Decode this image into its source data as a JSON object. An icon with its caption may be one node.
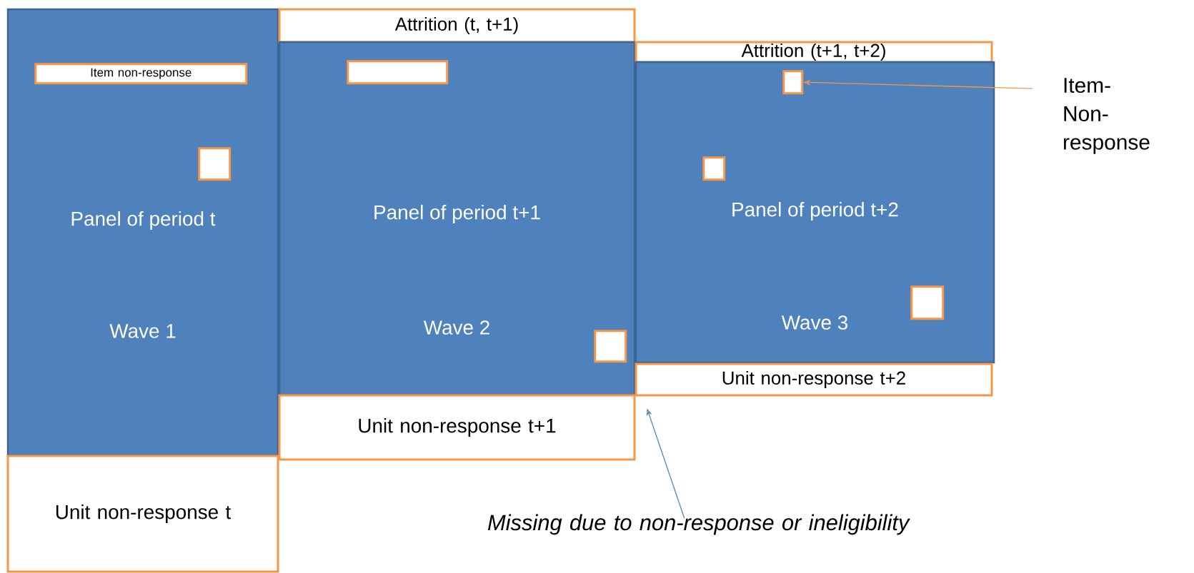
{
  "diagram": {
    "nodes": [
      {
        "text": [
          "Panel of period t",
          "Wave 1"
        ]
      },
      {
        "text": [
          "Item non-response"
        ],
        "in": 0
      },
      {
        "text": [],
        "shape": "box",
        "in": 0
      },
      {
        "text": [
          "Unit non-response t"
        ]
      },
      {
        "text": [
          "Attrition (t, t+1)"
        ]
      },
      {
        "text": [
          "Panel of period t+1",
          "Wave 2"
        ]
      },
      {
        "text": [],
        "shape": "box",
        "in": 5
      },
      {
        "text": [],
        "shape": "box",
        "in": 5
      },
      {
        "text": [
          "Unit non-response t+1"
        ]
      },
      {
        "text": [
          "Attrition (t+1, t+2)"
        ]
      },
      {
        "text": [
          "Panel of period t+2",
          "Wave 3"
        ]
      },
      {
        "text": [],
        "shape": "box",
        "in": 10
      },
      {
        "text": [],
        "shape": "box",
        "in": 10
      },
      {
        "text": [],
        "shape": "box",
        "in": 10
      },
      {
        "text": [
          "Unit non-response t+2"
        ]
      },
      {
        "text": [
          "Item-Non-response"
        ]
      },
      {
        "text": [
          "*Missing due to non-response or ineligibility*"
        ]
      }
    ],
    "edges": [
      {
        "from": 15,
        "to": 11,
        "arrow": "to",
        "color": "#f79646"
      },
      {
        "from": 16,
        "to": 8,
        "arrow": "to",
        "color": "#4f81bd"
      }
    ]
  }
}
